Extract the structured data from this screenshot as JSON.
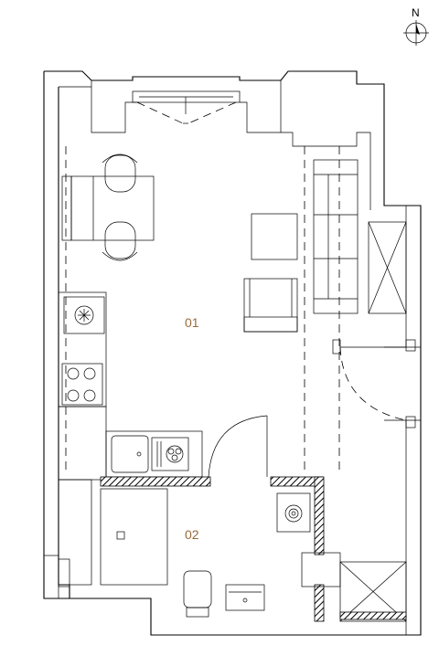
{
  "compass": {
    "label": "N"
  },
  "rooms": [
    {
      "id": "room-01",
      "label": "01"
    },
    {
      "id": "room-02",
      "label": "02"
    }
  ],
  "colors": {
    "line": "#000000",
    "room_label": "#9a6a3a",
    "background": "#ffffff"
  }
}
